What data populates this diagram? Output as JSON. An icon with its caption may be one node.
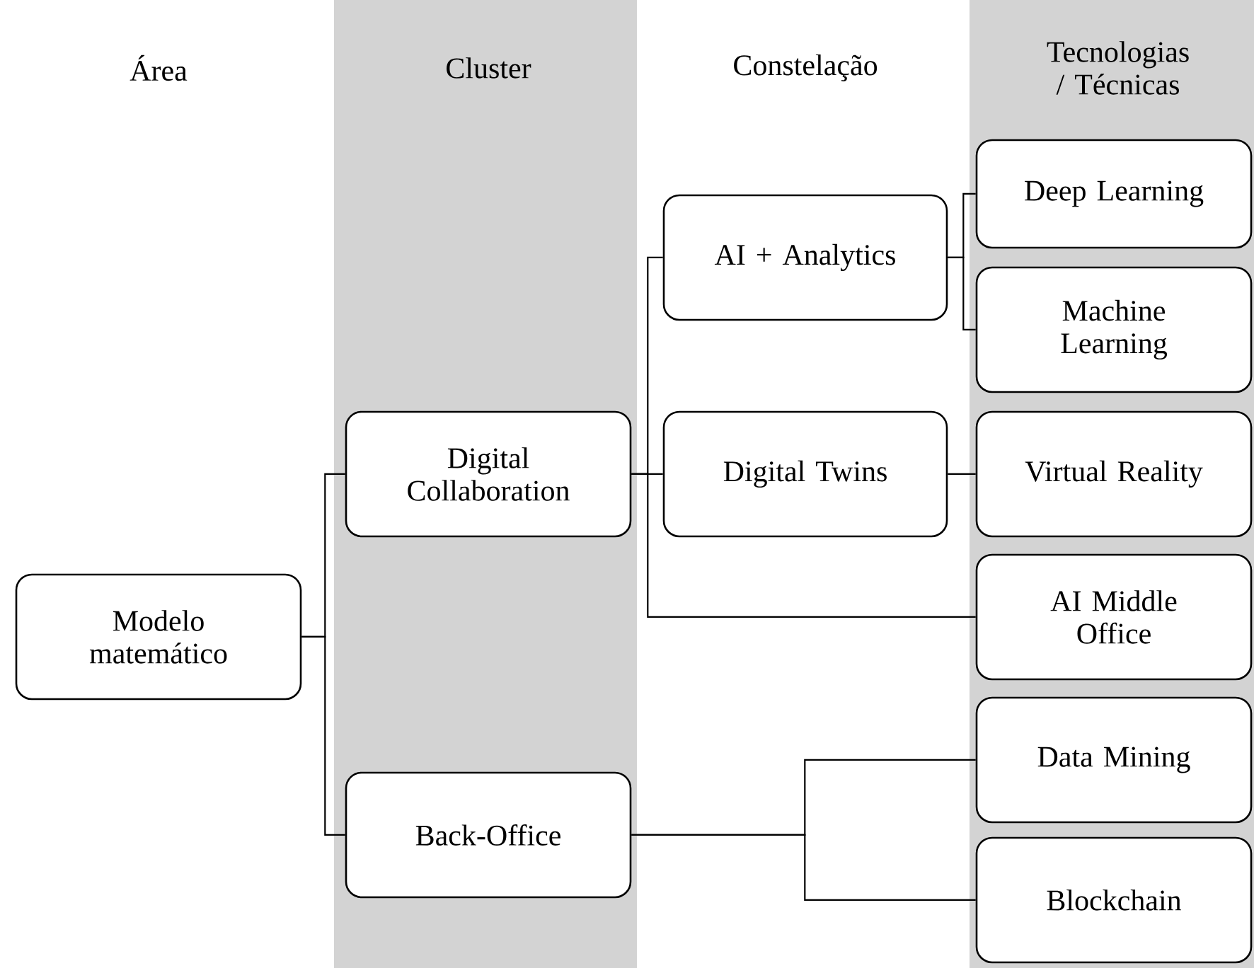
{
  "diagram": {
    "nodes": [
      {
        "text": [
          "Modelo matemático"
        ]
      },
      {
        "text": [
          "Digital Collaboration"
        ]
      },
      {
        "text": [
          "Back-Office"
        ]
      },
      {
        "text": [
          "AI + Analytics"
        ]
      },
      {
        "text": [
          "Digital Twins"
        ]
      },
      {
        "text": [
          "Deep Learning"
        ]
      },
      {
        "text": [
          "Machine Learning"
        ]
      },
      {
        "text": [
          "Virtual Reality"
        ]
      },
      {
        "text": [
          "AI Middle Office"
        ]
      },
      {
        "text": [
          "Data Mining"
        ]
      },
      {
        "text": [
          "Blockchain"
        ]
      }
    ],
    "edges": [
      {
        "from": 0,
        "to": 1,
        "arrow": "none"
      },
      {
        "from": 0,
        "to": 2,
        "arrow": "none"
      },
      {
        "from": 1,
        "to": 3,
        "arrow": "none"
      },
      {
        "from": 1,
        "to": 4,
        "arrow": "none"
      },
      {
        "from": 1,
        "to": 8,
        "arrow": "none"
      },
      {
        "from": 3,
        "to": 5,
        "arrow": "none"
      },
      {
        "from": 3,
        "to": 6,
        "arrow": "none"
      },
      {
        "from": 4,
        "to": 7,
        "arrow": "none"
      },
      {
        "from": 2,
        "to": 9,
        "arrow": "none"
      },
      {
        "from": 2,
        "to": 10,
        "arrow": "none"
      }
    ],
    "labels": [
      "Área",
      "Cluster",
      "Constelação",
      "Tecnologias / Técnicas"
    ]
  }
}
